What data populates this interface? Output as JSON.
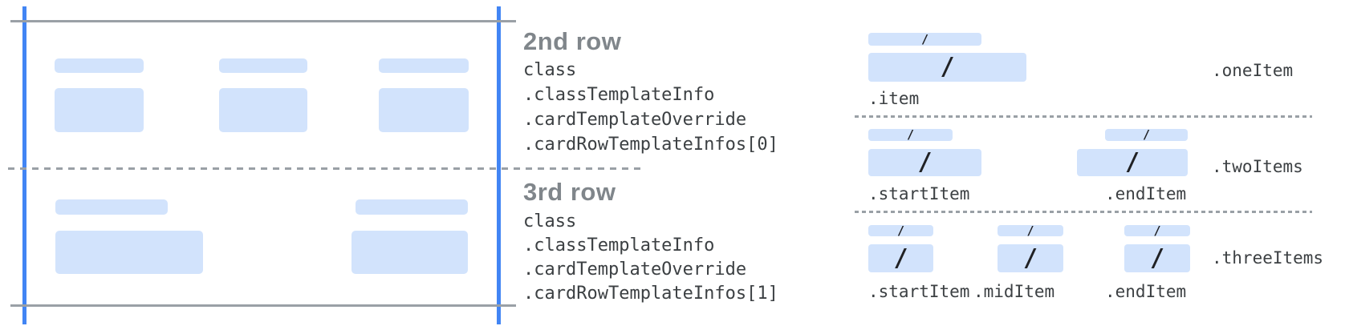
{
  "palette": {
    "guide_blue": "#4285f4",
    "placeholder_blue": "#d2e3fc",
    "solid_gray": "#9aa0a6",
    "heading_gray": "#80868b",
    "code_gray": "#3c4043",
    "slash_black": "#202124"
  },
  "glyphs": {
    "slash": "/"
  },
  "rows": [
    {
      "title": "2nd row",
      "path": [
        "class",
        ".classTemplateInfo",
        ".cardTemplateOverride",
        ".cardRowTemplateInfos[0]"
      ]
    },
    {
      "title": "3rd row",
      "path": [
        "class",
        ".classTemplateInfo",
        ".cardTemplateOverride",
        ".cardRowTemplateInfos[1]"
      ]
    }
  ],
  "templates": [
    {
      "name": ".oneItem",
      "item_labels": [
        ".item"
      ]
    },
    {
      "name": ".twoItems",
      "item_labels": [
        ".startItem",
        ".endItem"
      ]
    },
    {
      "name": ".threeItems",
      "item_labels": [
        ".startItem",
        ".midItem",
        ".endItem"
      ]
    }
  ]
}
